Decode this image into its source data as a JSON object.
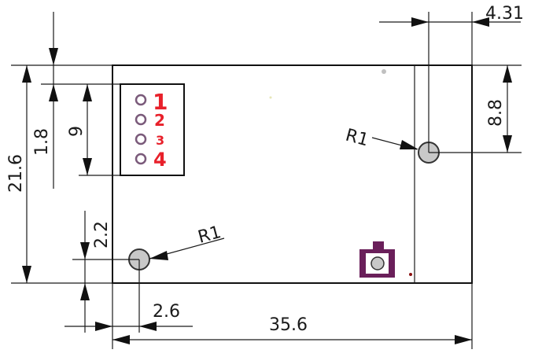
{
  "dimensions": {
    "top_offset": "4.31",
    "right_hole_offset": "8.8",
    "left_header_offset": "1.8",
    "header_height": "9",
    "board_height": "21.6",
    "left_hole_height": "2.2",
    "left_hole_width": "2.6",
    "board_width": "35.6"
  },
  "radius_labels": {
    "right_hole": "R1",
    "left_hole": "R1"
  },
  "pins": [
    "1",
    "2",
    "3",
    "4"
  ],
  "colors": {
    "pin_label": "#e8202a",
    "pin_pad": "#7a5a7a",
    "hole_fill": "#c8c8c8",
    "component": "#6a1f5a",
    "line": "#1a1a1a"
  }
}
